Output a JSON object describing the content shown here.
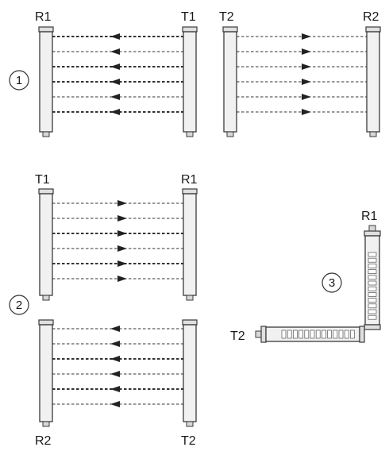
{
  "group1": {
    "number": "1",
    "left_pair": {
      "receiver": "R1",
      "transmitter": "T1"
    },
    "right_pair": {
      "transmitter": "T2",
      "receiver": "R2"
    }
  },
  "group2": {
    "number": "2",
    "top_pair": {
      "transmitter": "T1",
      "receiver": "R1"
    },
    "bottom_pair": {
      "receiver": "R2",
      "transmitter": "T2"
    }
  },
  "group3": {
    "number": "3",
    "receiver": "R1",
    "transmitter": "T2"
  },
  "icons": [
    "light-curtain-bar",
    "beam-arrow",
    "connector"
  ],
  "colors": {
    "line": "#333333",
    "bar_fill": "#f1f1f1"
  }
}
